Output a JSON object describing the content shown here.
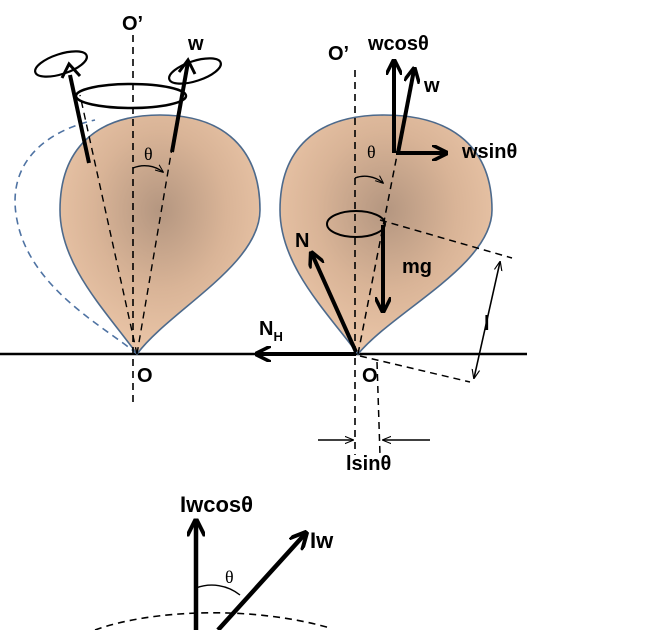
{
  "labels": {
    "O_prime_left": "O’",
    "w_left": "w",
    "theta_left": "θ",
    "O_left": "O",
    "O_prime_right": "O’",
    "wcos_right": "wcosθ",
    "w_right": "w",
    "wsin_right": "wsinθ",
    "theta_right": "θ",
    "N": "N",
    "mg": "mg",
    "l": "l",
    "NH_main": "N",
    "NH_sub": "H",
    "O_right": "O",
    "lsin": "lsinθ",
    "Iwcos": "Iwcosθ",
    "Iw": "Iw",
    "theta_bottom": "θ"
  },
  "colors": {
    "body_fill_center": "#b99a80",
    "body_fill_edge": "#e8c2a3",
    "body_stroke": "#4d6a8c",
    "precession_path": "#4f73a3",
    "ink": "#000000"
  }
}
